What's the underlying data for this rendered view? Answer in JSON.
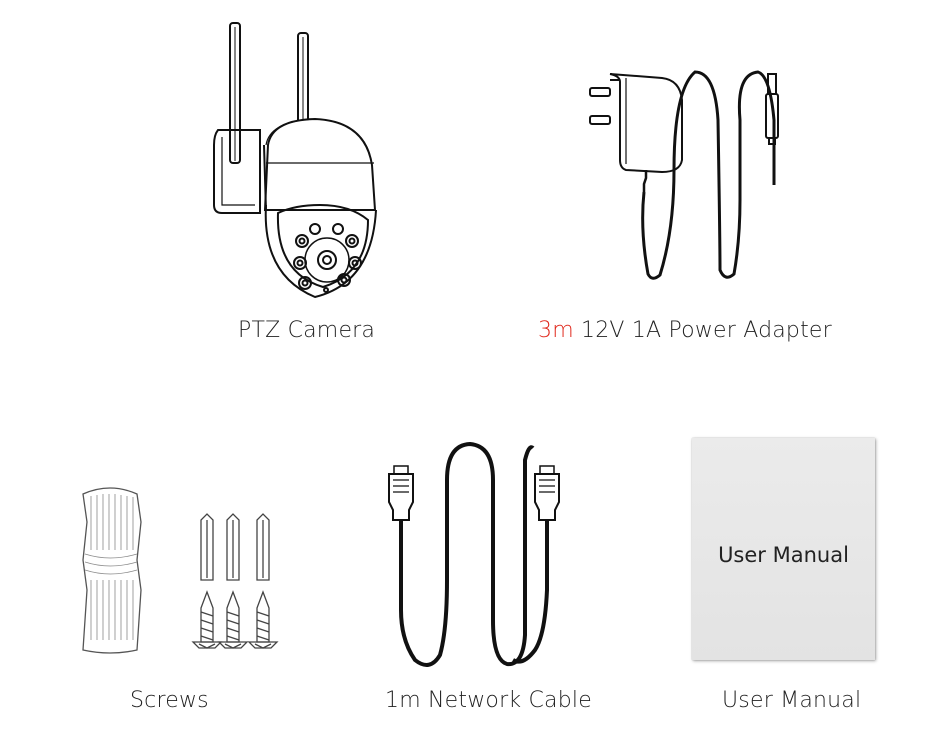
{
  "items": [
    {
      "id": "camera",
      "caption": "PTZ Camera"
    },
    {
      "id": "power-adapter",
      "caption_accent": "3m",
      "caption_rest": " 12V 1A Power Adapter"
    },
    {
      "id": "screws",
      "caption": "Screws"
    },
    {
      "id": "network-cable",
      "caption": "1m Network Cable"
    },
    {
      "id": "user-manual",
      "caption": "User Manual",
      "cover_text": "User Manual"
    }
  ],
  "colors": {
    "accent": "#e0261a",
    "text": "#222222",
    "manual_cover": "#e6e6e6"
  },
  "icons": [
    "ptz-camera-icon",
    "power-adapter-icon",
    "screws-icon",
    "network-cable-icon",
    "user-manual-icon"
  ]
}
